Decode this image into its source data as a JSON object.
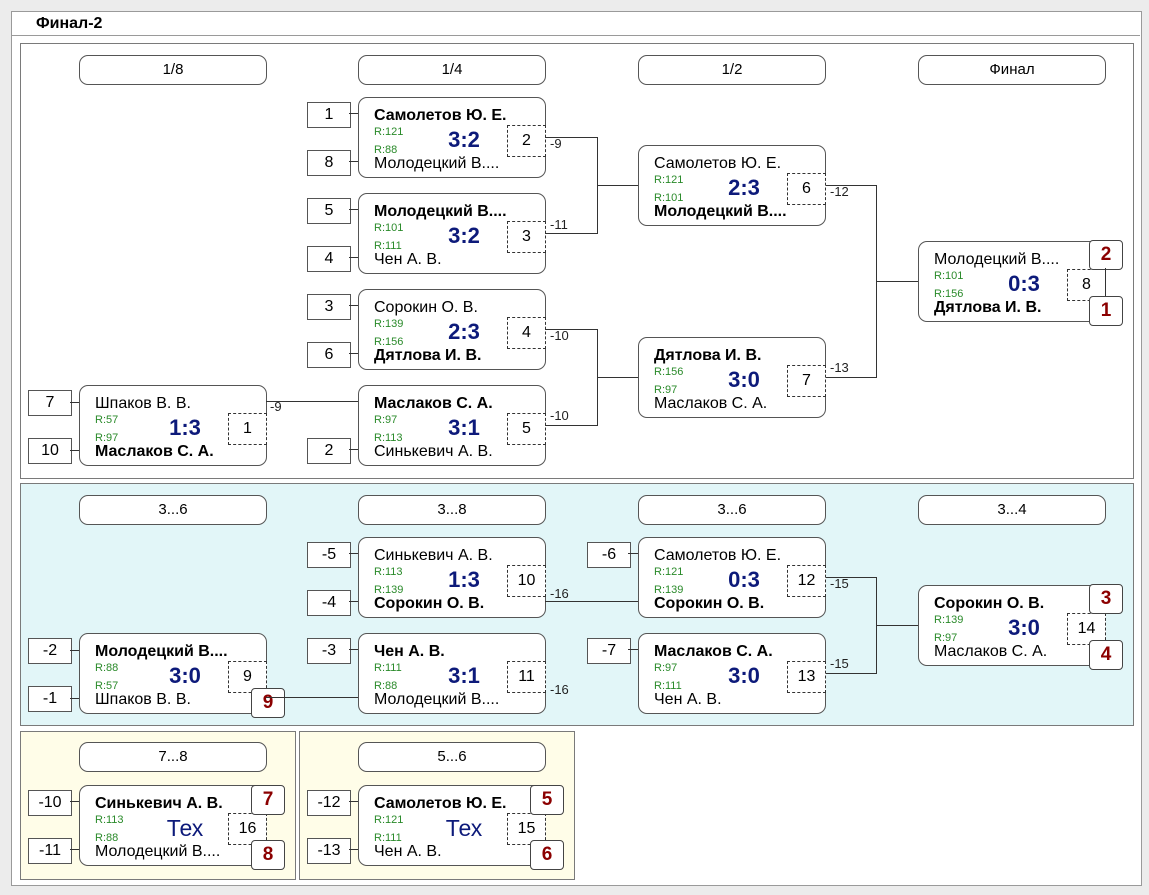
{
  "title": "Финал-2",
  "rounds": {
    "main": [
      "1/8",
      "1/4",
      "1/2",
      "Финал"
    ],
    "consolation": [
      "3...6",
      "3...8",
      "3...6",
      "3...4"
    ],
    "r78": "7...8",
    "r56": "5...6"
  },
  "matches": [
    {
      "p1": "Шпаков В. В.",
      "b1": false,
      "r1": "R:57",
      "r2": "R:97",
      "p2": "Маслаков С. А.",
      "b2": true,
      "score": "1:3",
      "no": "1"
    },
    {
      "p1": "Самолетов Ю. Е.",
      "b1": true,
      "r1": "R:121",
      "r2": "R:88",
      "p2": "Молодецкий В....",
      "b2": false,
      "score": "3:2",
      "no": "2"
    },
    {
      "p1": "Молодецкий В....",
      "b1": true,
      "r1": "R:101",
      "r2": "R:111",
      "p2": "Чен А. В.",
      "b2": false,
      "score": "3:2",
      "no": "3"
    },
    {
      "p1": "Сорокин О. В.",
      "b1": false,
      "r1": "R:139",
      "r2": "R:156",
      "p2": "Дятлова И. В.",
      "b2": true,
      "score": "2:3",
      "no": "4"
    },
    {
      "p1": "Маслаков С. А.",
      "b1": true,
      "r1": "R:97",
      "r2": "R:113",
      "p2": "Синькевич А. В.",
      "b2": false,
      "score": "3:1",
      "no": "5"
    },
    {
      "p1": "Самолетов Ю. Е.",
      "b1": false,
      "r1": "R:121",
      "r2": "R:101",
      "p2": "Молодецкий В....",
      "b2": true,
      "score": "2:3",
      "no": "6"
    },
    {
      "p1": "Дятлова И. В.",
      "b1": true,
      "r1": "R:156",
      "r2": "R:97",
      "p2": "Маслаков С. А.",
      "b2": false,
      "score": "3:0",
      "no": "7"
    },
    {
      "p1": "Молодецкий В....",
      "b1": false,
      "r1": "R:101",
      "r2": "R:156",
      "p2": "Дятлова И. В.",
      "b2": true,
      "score": "0:3",
      "no": "8"
    },
    {
      "p1": "Молодецкий В....",
      "b1": true,
      "r1": "R:88",
      "r2": "R:57",
      "p2": "Шпаков В. В.",
      "b2": false,
      "score": "3:0",
      "no": "9"
    },
    {
      "p1": "Синькевич А. В.",
      "b1": false,
      "r1": "R:113",
      "r2": "R:139",
      "p2": "Сорокин О. В.",
      "b2": true,
      "score": "1:3",
      "no": "10"
    },
    {
      "p1": "Чен А. В.",
      "b1": true,
      "r1": "R:111",
      "r2": "R:88",
      "p2": "Молодецкий В....",
      "b2": false,
      "score": "3:1",
      "no": "11"
    },
    {
      "p1": "Самолетов Ю. Е.",
      "b1": false,
      "r1": "R:121",
      "r2": "R:139",
      "p2": "Сорокин О. В.",
      "b2": true,
      "score": "0:3",
      "no": "12"
    },
    {
      "p1": "Маслаков С. А.",
      "b1": true,
      "r1": "R:97",
      "r2": "R:111",
      "p2": "Чен А. В.",
      "b2": false,
      "score": "3:0",
      "no": "13"
    },
    {
      "p1": "Сорокин О. В.",
      "b1": true,
      "r1": "R:139",
      "r2": "R:97",
      "p2": "Маслаков С. А.",
      "b2": false,
      "score": "3:0",
      "no": "14"
    },
    {
      "p1": "Самолетов Ю. Е.",
      "b1": true,
      "r1": "R:121",
      "r2": "R:111",
      "p2": "Чен А. В.",
      "b2": false,
      "score": "Тех",
      "no": "15"
    },
    {
      "p1": "Синькевич А. В.",
      "b1": true,
      "r1": "R:113",
      "r2": "R:88",
      "p2": "Молодецкий В....",
      "b2": false,
      "score": "Тех",
      "no": "16"
    }
  ],
  "seeds": [
    "7",
    "10",
    "1",
    "8",
    "5",
    "4",
    "3",
    "6",
    "2",
    "-2",
    "-1",
    "-5",
    "-4",
    "-3",
    "-6",
    "-7",
    "-10",
    "-11",
    "-12",
    "-13"
  ],
  "places": [
    "2",
    "1",
    "9",
    "3",
    "4",
    "7",
    "8",
    "5",
    "6"
  ],
  "links": [
    "-9",
    "-9",
    "-11",
    "-10",
    "-10",
    "-12",
    "-13",
    "-16",
    "-16",
    "-15",
    "-15"
  ]
}
